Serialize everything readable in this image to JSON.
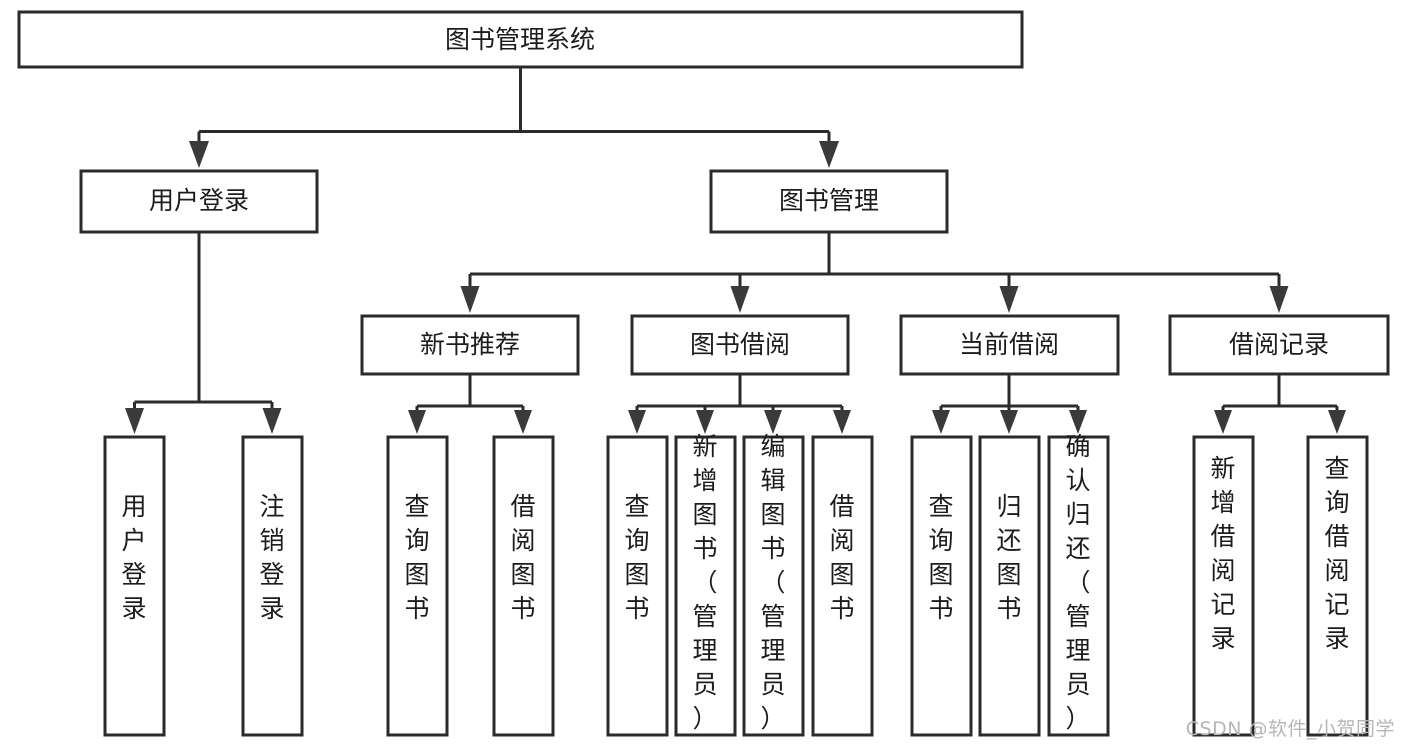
{
  "diagram": {
    "title": "图书管理系统",
    "type": "tree",
    "watermark": "CSDN @软件_小贺同学",
    "colors": {
      "box_stroke": "#2b2b2b",
      "box_fill": "#ffffff",
      "connector": "#2b2b2b",
      "arrow": "#3a3a3a",
      "text": "#1c1c1c",
      "watermark": "#b6b6b6"
    },
    "root": {
      "label": "图书管理系统"
    },
    "level1": [
      {
        "label": "用户登录"
      },
      {
        "label": "图书管理"
      }
    ],
    "level2": [
      {
        "label": "新书推荐"
      },
      {
        "label": "图书借阅"
      },
      {
        "label": "当前借阅"
      },
      {
        "label": "借阅记录"
      }
    ],
    "leaves": {
      "user_login": [
        {
          "label": "用户登录"
        },
        {
          "label": "注销登录"
        }
      ],
      "new_book_recommend": [
        {
          "label": "查询图书"
        },
        {
          "label": "借阅图书"
        }
      ],
      "book_borrow": [
        {
          "label": "查询图书"
        },
        {
          "label": "新增图书（管理员）"
        },
        {
          "label": "编辑图书（管理员）"
        },
        {
          "label": "借阅图书"
        }
      ],
      "current_borrow": [
        {
          "label": "查询图书"
        },
        {
          "label": "归还图书"
        },
        {
          "label": "确认归还（管理员）"
        }
      ],
      "borrow_record": [
        {
          "label": "新增借阅记录"
        },
        {
          "label": "查询借阅记录"
        }
      ]
    }
  }
}
